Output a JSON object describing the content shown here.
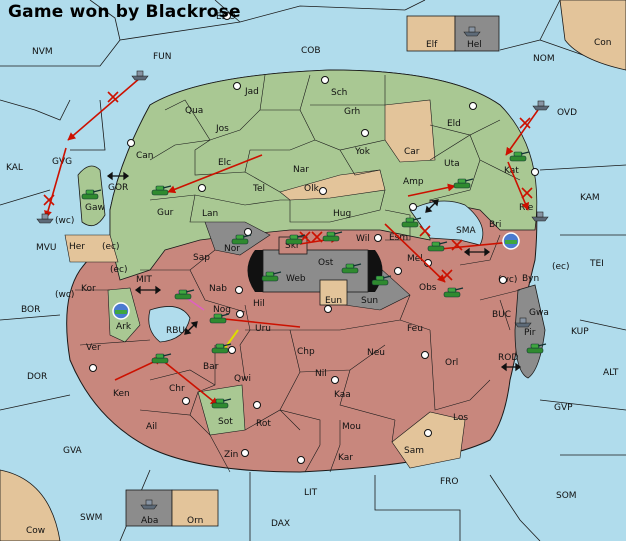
{
  "title": "Game won by Blackrose",
  "colors": {
    "sea": "#b0dcec",
    "blackrose": "#c8877d",
    "greenplayer": "#a9c893",
    "neutral": "#e3c49a",
    "gray": "#8c8c8c",
    "impassable": "#111111",
    "move_arrow": "#cc1100",
    "support_arrow": "#e060c0",
    "convoy_arrow": "#dddd00"
  },
  "regions": [
    {
      "code": "NVM",
      "kind": "sea"
    },
    {
      "code": "FUN",
      "kind": "sea"
    },
    {
      "code": "COB",
      "kind": "sea"
    },
    {
      "code": "NOM",
      "kind": "sea"
    },
    {
      "code": "KAL",
      "kind": "sea"
    },
    {
      "code": "OVD",
      "kind": "sea"
    },
    {
      "code": "GVG",
      "kind": "sea"
    },
    {
      "code": "GOR",
      "kind": "sea"
    },
    {
      "code": "KAM",
      "kind": "sea"
    },
    {
      "code": "SMA",
      "kind": "sea"
    },
    {
      "code": "TEI",
      "kind": "sea"
    },
    {
      "code": "MIT",
      "kind": "sea"
    },
    {
      "code": "BOR",
      "kind": "sea"
    },
    {
      "code": "KUP",
      "kind": "sea"
    },
    {
      "code": "BUC",
      "kind": "sea"
    },
    {
      "code": "RBU",
      "kind": "sea"
    },
    {
      "code": "ROD",
      "kind": "sea"
    },
    {
      "code": "DOR",
      "kind": "sea"
    },
    {
      "code": "ALT",
      "kind": "sea"
    },
    {
      "code": "GVP",
      "kind": "sea"
    },
    {
      "code": "GVA",
      "kind": "sea"
    },
    {
      "code": "FRO",
      "kind": "sea"
    },
    {
      "code": "LIT",
      "kind": "sea"
    },
    {
      "code": "SOM",
      "kind": "sea"
    },
    {
      "code": "SWM",
      "kind": "sea"
    },
    {
      "code": "DAX",
      "kind": "sea"
    },
    {
      "code": "EDO",
      "kind": "sea"
    },
    {
      "code": "MVU",
      "kind": "sea"
    },
    {
      "code": "Con",
      "kind": "neutral"
    },
    {
      "code": "Cow",
      "kind": "neutral"
    },
    {
      "code": "Elf",
      "kind": "neutral"
    },
    {
      "code": "Hel",
      "kind": "gray"
    },
    {
      "code": "Aba",
      "kind": "gray"
    },
    {
      "code": "Orn",
      "kind": "neutral"
    },
    {
      "code": "Jad",
      "kind": "green"
    },
    {
      "code": "Sch",
      "kind": "green"
    },
    {
      "code": "Qua",
      "kind": "green"
    },
    {
      "code": "Jos",
      "kind": "green"
    },
    {
      "code": "Grh",
      "kind": "green"
    },
    {
      "code": "Eld",
      "kind": "green"
    },
    {
      "code": "Can",
      "kind": "green"
    },
    {
      "code": "Car",
      "kind": "neutral"
    },
    {
      "code": "Yok",
      "kind": "green"
    },
    {
      "code": "Elc",
      "kind": "green"
    },
    {
      "code": "Nar",
      "kind": "green"
    },
    {
      "code": "Uta",
      "kind": "green"
    },
    {
      "code": "Tel",
      "kind": "green"
    },
    {
      "code": "Olk",
      "kind": "neutral"
    },
    {
      "code": "Amp",
      "kind": "green"
    },
    {
      "code": "Kat",
      "kind": "green"
    },
    {
      "code": "Gur",
      "kind": "green"
    },
    {
      "code": "Lan",
      "kind": "green"
    },
    {
      "code": "Hug",
      "kind": "green"
    },
    {
      "code": "Gaw",
      "kind": "green"
    },
    {
      "code": "Wil",
      "kind": "green"
    },
    {
      "code": "Esm",
      "kind": "green"
    },
    {
      "code": "Nor",
      "kind": "gray"
    },
    {
      "code": "Skr",
      "kind": "blackrose"
    },
    {
      "code": "Ost",
      "kind": "gray"
    },
    {
      "code": "Web",
      "kind": "gray"
    },
    {
      "code": "Mel",
      "kind": "green"
    },
    {
      "code": "Sap",
      "kind": "green"
    },
    {
      "code": "Eun",
      "kind": "neutral"
    },
    {
      "code": "Sun",
      "kind": "gray"
    },
    {
      "code": "Obs",
      "kind": "blackrose"
    },
    {
      "code": "Nab",
      "kind": "green"
    },
    {
      "code": "Hil",
      "kind": "green"
    },
    {
      "code": "Nog",
      "kind": "blackrose"
    },
    {
      "code": "Uru",
      "kind": "blackrose"
    },
    {
      "code": "Feu",
      "kind": "blackrose"
    },
    {
      "code": "Kor",
      "kind": "blackrose"
    },
    {
      "code": "Ark",
      "kind": "green"
    },
    {
      "code": "Her",
      "kind": "neutral"
    },
    {
      "code": "Bri",
      "kind": "blackrose"
    },
    {
      "code": "Rie",
      "kind": "blackrose"
    },
    {
      "code": "Byn",
      "kind": "blackrose"
    },
    {
      "code": "Gwa",
      "kind": "blackrose"
    },
    {
      "code": "Pir",
      "kind": "gray"
    },
    {
      "code": "Ver",
      "kind": "blackrose"
    },
    {
      "code": "Chp",
      "kind": "blackrose"
    },
    {
      "code": "Neu",
      "kind": "blackrose"
    },
    {
      "code": "Orl",
      "kind": "blackrose"
    },
    {
      "code": "Bar",
      "kind": "blackrose"
    },
    {
      "code": "Qwi",
      "kind": "blackrose"
    },
    {
      "code": "Nil",
      "kind": "blackrose"
    },
    {
      "code": "Ken",
      "kind": "blackrose"
    },
    {
      "code": "Chr",
      "kind": "blackrose"
    },
    {
      "code": "Kaa",
      "kind": "blackrose"
    },
    {
      "code": "Los",
      "kind": "blackrose"
    },
    {
      "code": "Ail",
      "kind": "blackrose"
    },
    {
      "code": "Sot",
      "kind": "green"
    },
    {
      "code": "Rot",
      "kind": "blackrose"
    },
    {
      "code": "Mou",
      "kind": "blackrose"
    },
    {
      "code": "Zin",
      "kind": "blackrose"
    },
    {
      "code": "Kar",
      "kind": "blackrose"
    },
    {
      "code": "Sam",
      "kind": "neutral"
    }
  ],
  "coast_labels": [
    "(wc)",
    "(ec)",
    "(ec)",
    "(wc)",
    "(wc)",
    "(ec)"
  ],
  "units": [
    {
      "kind": "army",
      "where": "Gur"
    },
    {
      "kind": "army",
      "where": "Gaw"
    },
    {
      "kind": "army",
      "where": "Nor"
    },
    {
      "kind": "army",
      "where": "Skr"
    },
    {
      "kind": "army",
      "where": "Wil"
    },
    {
      "kind": "army",
      "where": "Esm"
    },
    {
      "kind": "army",
      "where": "Mel"
    },
    {
      "kind": "army",
      "where": "Amp"
    },
    {
      "kind": "army",
      "where": "Web"
    },
    {
      "kind": "army",
      "where": "Ost"
    },
    {
      "kind": "army",
      "where": "Sun"
    },
    {
      "kind": "army",
      "where": "Obs"
    },
    {
      "kind": "army",
      "where": "Nab"
    },
    {
      "kind": "army",
      "where": "Nog"
    },
    {
      "kind": "army",
      "where": "Bar"
    },
    {
      "kind": "army",
      "where": "Chr"
    },
    {
      "kind": "army",
      "where": "Sot"
    },
    {
      "kind": "army",
      "where": "Pir"
    },
    {
      "kind": "army",
      "where": "Kat"
    },
    {
      "kind": "fleet",
      "where": "FUN"
    },
    {
      "kind": "fleet",
      "where": "OVD"
    },
    {
      "kind": "fleet",
      "where": "Rie"
    },
    {
      "kind": "fleet",
      "where": "MVU"
    },
    {
      "kind": "fleet",
      "where": "Hel"
    },
    {
      "kind": "fleet",
      "where": "Aba"
    },
    {
      "kind": "fleet",
      "where": "Gwa"
    },
    {
      "kind": "dislodged",
      "where": "Ark"
    },
    {
      "kind": "dislodged",
      "where": "Bri"
    }
  ]
}
